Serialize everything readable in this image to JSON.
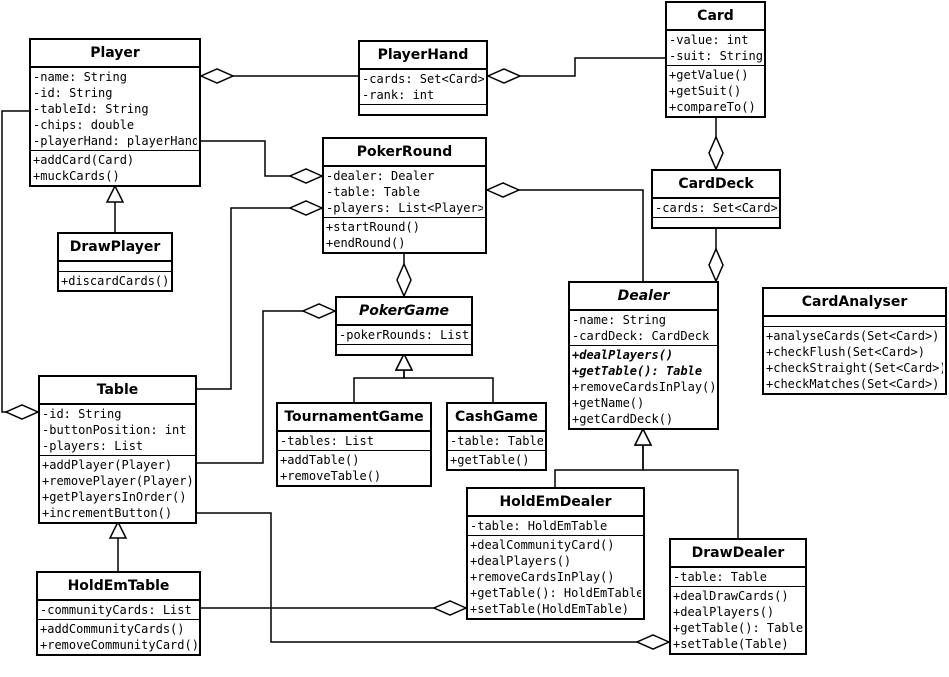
{
  "classes": {
    "player": {
      "name": "Player",
      "attributes": [
        "-name: String",
        "-id: String",
        "-tableId: String",
        "-chips: double",
        "-playerHand: playerHand"
      ],
      "operations": [
        "+addCard(Card)",
        "+muckCards()"
      ]
    },
    "playerhand": {
      "name": "PlayerHand",
      "attributes": [
        "-cards: Set<Card>",
        "-rank: int"
      ],
      "operations": []
    },
    "card": {
      "name": "Card",
      "attributes": [
        "-value: int",
        "-suit: String"
      ],
      "operations": [
        "+getValue()",
        "+getSuit()",
        "+compareTo()"
      ]
    },
    "pokerround": {
      "name": "PokerRound",
      "attributes": [
        "-dealer: Dealer",
        "-table: Table",
        "-players: List<Player>"
      ],
      "operations": [
        "+startRound()",
        "+endRound()"
      ]
    },
    "carddeck": {
      "name": "CardDeck",
      "attributes": [
        "-cards: Set<Card>"
      ],
      "operations": []
    },
    "drawplayer": {
      "name": "DrawPlayer",
      "attributes": [],
      "operations": [
        "+discardCards()"
      ]
    },
    "pokergame": {
      "name": "PokerGame",
      "attributes": [
        "-pokerRounds: List"
      ],
      "operations": []
    },
    "dealer": {
      "name": "Dealer",
      "attributes": [
        "-name: String",
        "-cardDeck: CardDeck"
      ],
      "operations": [
        "+dealPlayers()",
        "+getTable(): Table",
        "+removeCardsInPlay()",
        "+getName()",
        "+getCardDeck()"
      ]
    },
    "cardanalyser": {
      "name": "CardAnalyser",
      "attributes": [],
      "operations": [
        "+analyseCards(Set<Card>)",
        "+checkFlush(Set<Card>)",
        "+checkStraight(Set<Card>)",
        "+checkMatches(Set<Card>)"
      ]
    },
    "table": {
      "name": "Table",
      "attributes": [
        "-id: String",
        "-buttonPosition: int",
        "-players: List"
      ],
      "operations": [
        "+addPlayer(Player)",
        "+removePlayer(Player)",
        "+getPlayersInOrder()",
        "+incrementButton()"
      ]
    },
    "tournamentgame": {
      "name": "TournamentGame",
      "attributes": [
        "-tables: List"
      ],
      "operations": [
        "+addTable()",
        "+removeTable()"
      ]
    },
    "cashgame": {
      "name": "CashGame",
      "attributes": [
        "-table: Table"
      ],
      "operations": [
        "+getTable()"
      ]
    },
    "holdemdealer": {
      "name": "HoldEmDealer",
      "attributes": [
        "-table: HoldEmTable"
      ],
      "operations": [
        "+dealCommunityCard()",
        "+dealPlayers()",
        "+removeCardsInPlay()",
        "+getTable(): HoldEmTable",
        "+setTable(HoldEmTable)"
      ]
    },
    "drawdealer": {
      "name": "DrawDealer",
      "attributes": [
        "-table: Table"
      ],
      "operations": [
        "+dealDrawCards()",
        "+dealPlayers()",
        "+getTable(): Table",
        "+setTable(Table)"
      ]
    },
    "holdemtable": {
      "name": "HoldEmTable",
      "attributes": [
        "-communityCards: List"
      ],
      "operations": [
        "+addCommunityCards()",
        "+removeCommunityCard()"
      ]
    }
  },
  "relationships": [
    {
      "type": "aggregation",
      "from": "player",
      "to": "playerhand"
    },
    {
      "type": "aggregation",
      "from": "card",
      "to": "playerhand"
    },
    {
      "type": "aggregation",
      "from": "player",
      "to": "pokerround"
    },
    {
      "type": "aggregation",
      "from": "table",
      "to": "pokerround"
    },
    {
      "type": "aggregation",
      "from": "dealer",
      "to": "pokerround"
    },
    {
      "type": "aggregation",
      "from": "card",
      "to": "carddeck"
    },
    {
      "type": "aggregation",
      "from": "carddeck",
      "to": "dealer"
    },
    {
      "type": "aggregation",
      "from": "pokerround",
      "to": "pokergame"
    },
    {
      "type": "aggregation",
      "from": "table",
      "to": "pokergame"
    },
    {
      "type": "aggregation",
      "from": "player",
      "to": "table"
    },
    {
      "type": "aggregation",
      "from": "holdemtable",
      "to": "holdemdealer"
    },
    {
      "type": "aggregation",
      "from": "table",
      "to": "drawdealer"
    },
    {
      "type": "generalization",
      "from": "drawplayer",
      "to": "player"
    },
    {
      "type": "generalization",
      "from": "tournamentgame",
      "to": "pokergame"
    },
    {
      "type": "generalization",
      "from": "cashgame",
      "to": "pokergame"
    },
    {
      "type": "generalization",
      "from": "holdemdealer",
      "to": "dealer"
    },
    {
      "type": "generalization",
      "from": "drawdealer",
      "to": "dealer"
    },
    {
      "type": "generalization",
      "from": "holdemtable",
      "to": "table"
    }
  ]
}
